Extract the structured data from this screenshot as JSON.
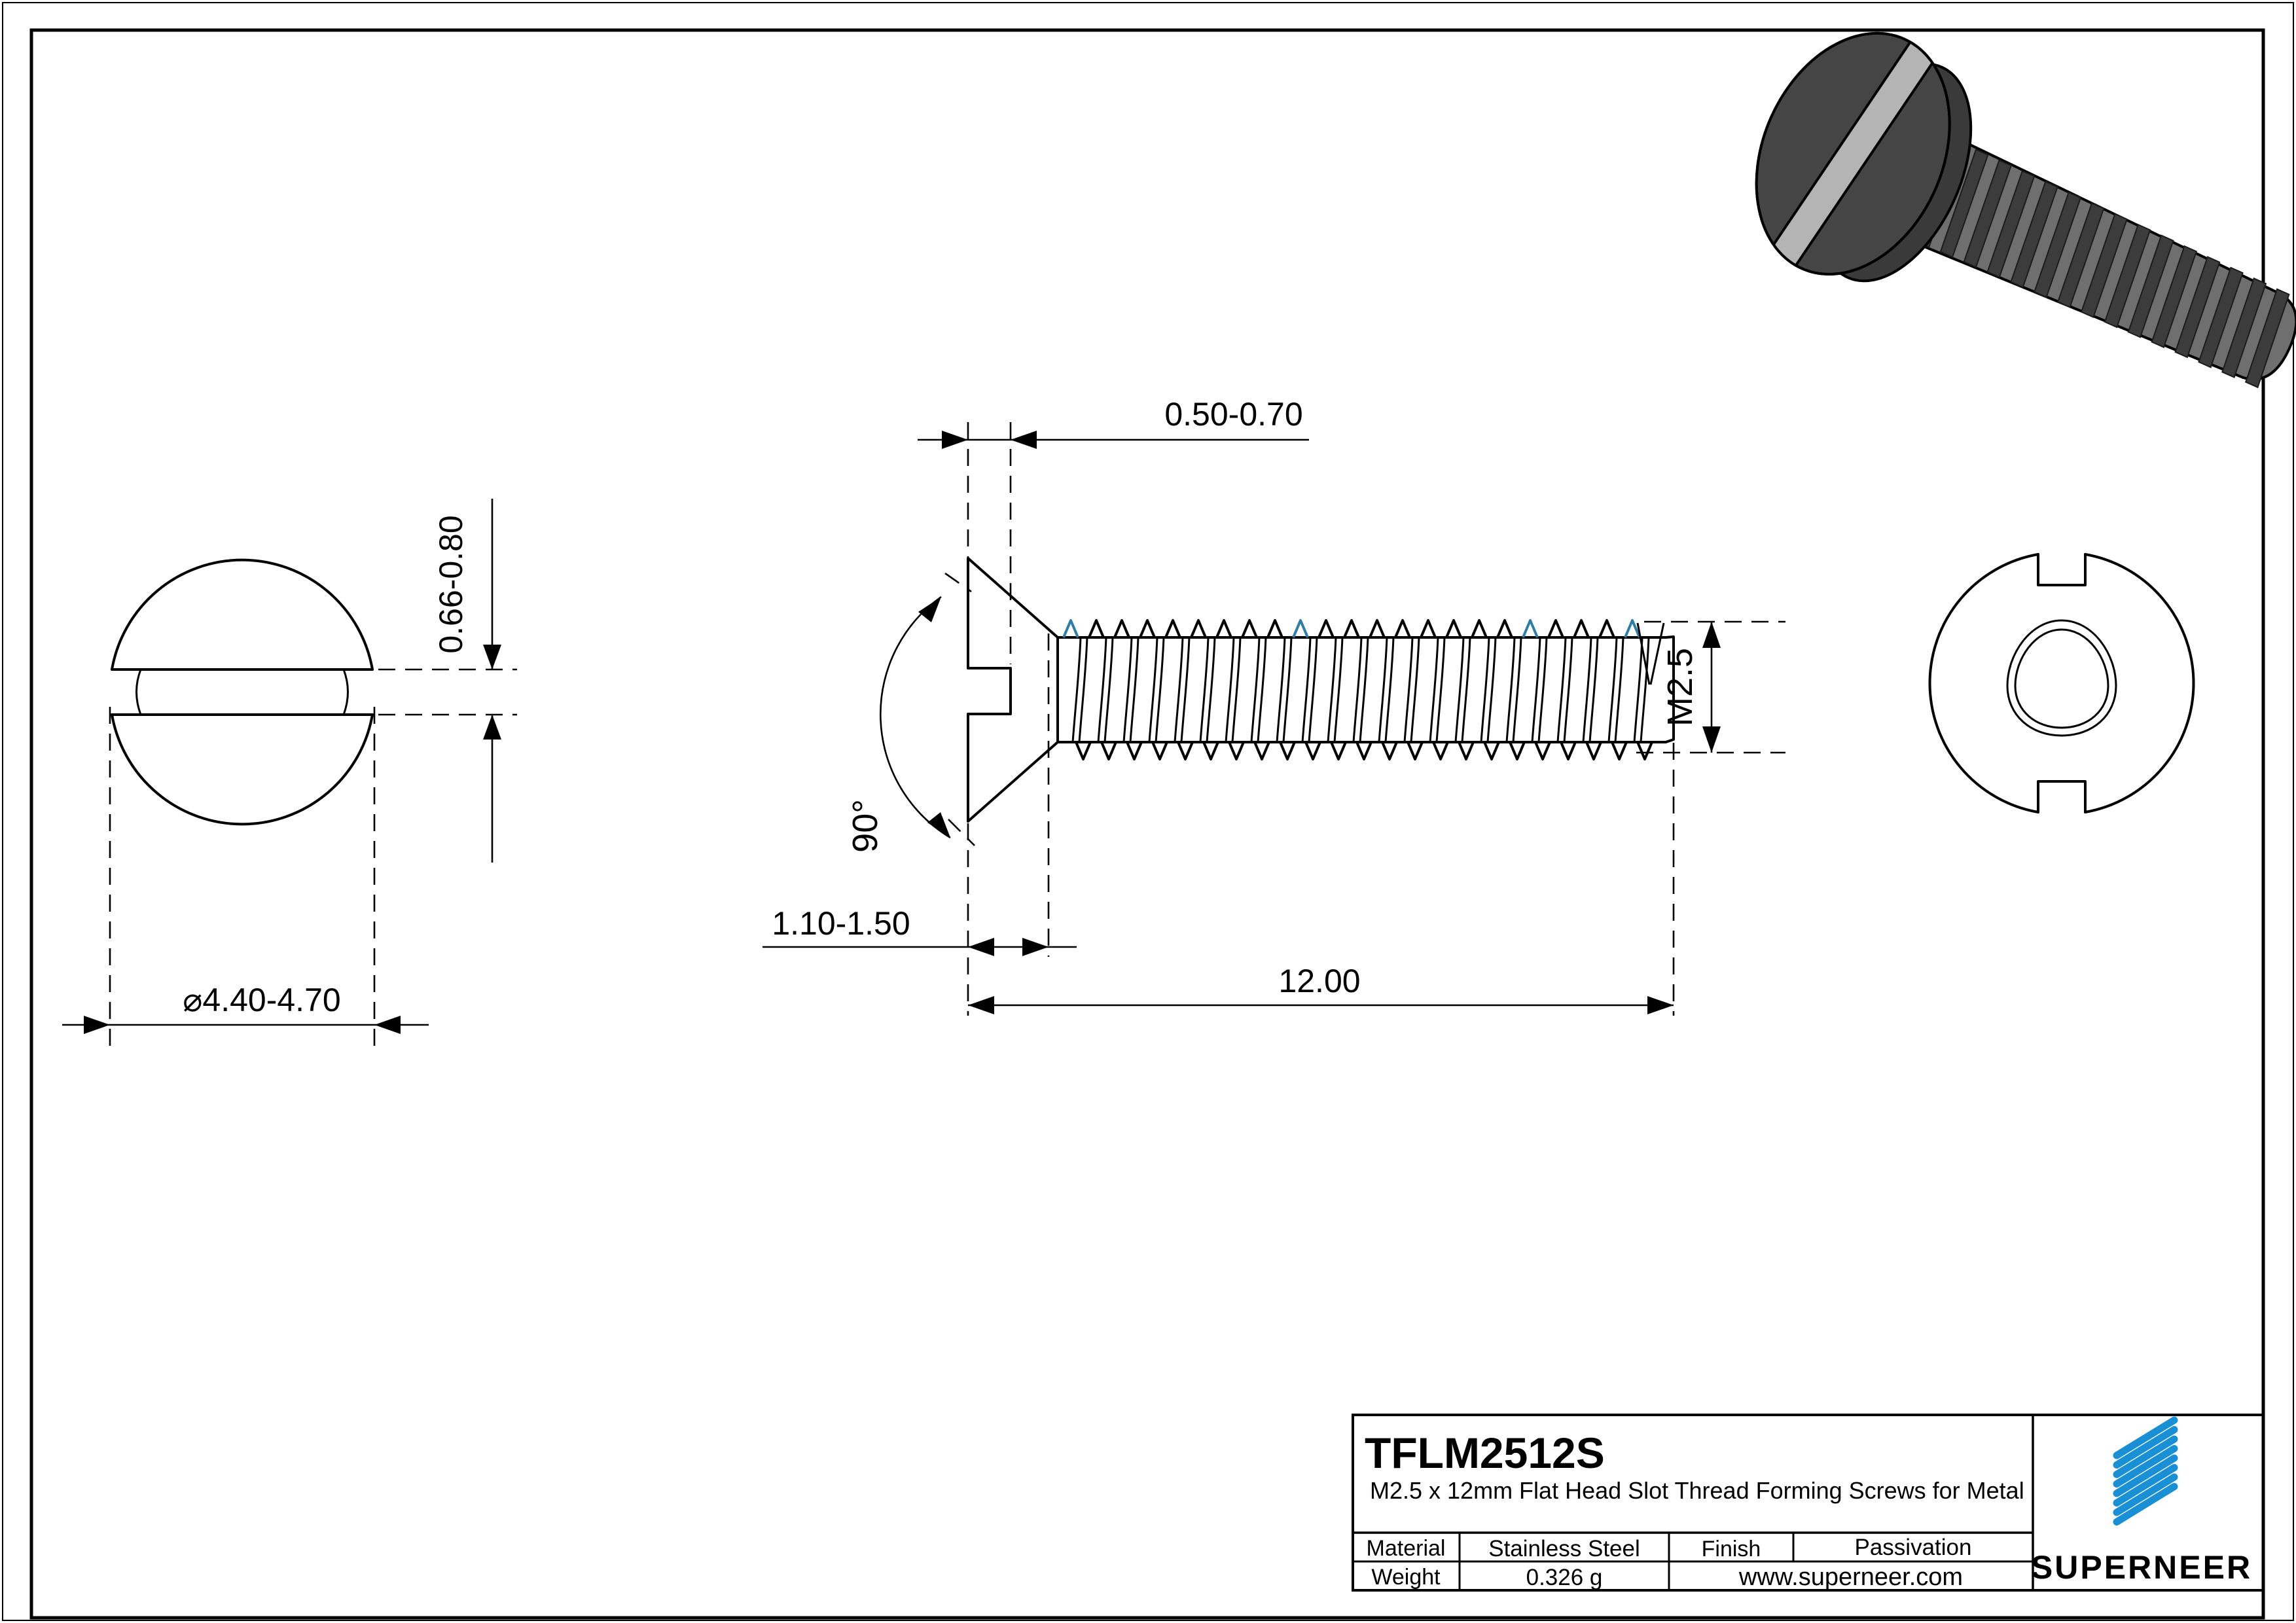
{
  "title_block": {
    "part_number": "TFLM2512S",
    "description": "M2.5 x 12mm Flat Head Slot Thread Forming Screws for Metal",
    "material_label": "Material",
    "material_value": "Stainless Steel",
    "finish_label": "Finish",
    "finish_value": "Passivation",
    "weight_label": "Weight",
    "weight_value": "0.326 g",
    "website": "www.superneer.com",
    "brand": "SUPERNEER"
  },
  "dimensions": {
    "slot_depth": "0.66-0.80",
    "head_diameter": "⌀4.40-4.70",
    "slot_width": "0.50-0.70",
    "head_angle": "90°",
    "head_height": "1.10-1.50",
    "length": "12.00",
    "thread": "M2.5"
  },
  "colors": {
    "accent_blue": "#1990d5",
    "link_blue": "#2e9bd6",
    "thread_highlight": "#2e7fa8",
    "line": "#000000",
    "screw_dark": "#454545",
    "screw_cone": "#3a3a3a",
    "screw_mid": "#6f6f6f",
    "screw_stripe": "#3c3c3c",
    "screw_slot": "#b4b4b4"
  }
}
